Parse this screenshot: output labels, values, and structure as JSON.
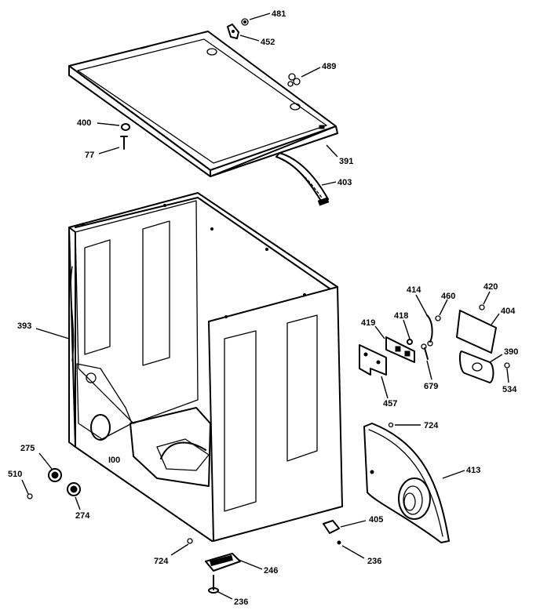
{
  "callouts": [
    {
      "id": "c481",
      "text": "481"
    },
    {
      "id": "c452",
      "text": "452"
    },
    {
      "id": "c489",
      "text": "489"
    },
    {
      "id": "c400",
      "text": "400"
    },
    {
      "id": "c77",
      "text": "77"
    },
    {
      "id": "c391",
      "text": "391"
    },
    {
      "id": "c403",
      "text": "403"
    },
    {
      "id": "c393",
      "text": "393"
    },
    {
      "id": "c414",
      "text": "414"
    },
    {
      "id": "c460",
      "text": "460"
    },
    {
      "id": "c420",
      "text": "420"
    },
    {
      "id": "c404",
      "text": "404"
    },
    {
      "id": "c418",
      "text": "418"
    },
    {
      "id": "c419",
      "text": "419"
    },
    {
      "id": "c390",
      "text": "390"
    },
    {
      "id": "c679",
      "text": "679"
    },
    {
      "id": "c534",
      "text": "534"
    },
    {
      "id": "c457",
      "text": "457"
    },
    {
      "id": "c724a",
      "text": "724"
    },
    {
      "id": "c413",
      "text": "413"
    },
    {
      "id": "c275",
      "text": "275"
    },
    {
      "id": "c510",
      "text": "510"
    },
    {
      "id": "c274",
      "text": "274"
    },
    {
      "id": "c405",
      "text": "405"
    },
    {
      "id": "c236a",
      "text": "236"
    },
    {
      "id": "c724b",
      "text": "724"
    },
    {
      "id": "c246",
      "text": "246"
    },
    {
      "id": "c236b",
      "text": "236"
    }
  ]
}
